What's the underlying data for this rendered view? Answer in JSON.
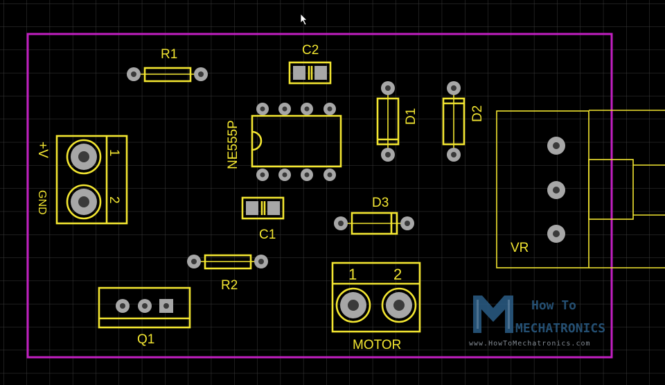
{
  "board": {
    "components": {
      "r1": "R1",
      "r2": "R2",
      "c1": "C1",
      "c2": "C2",
      "d1": "D1",
      "d2": "D2",
      "d3": "D3",
      "ic": "NE555P",
      "vr": "VR",
      "q1": "Q1",
      "motor": "MOTOR"
    },
    "power_terminal": {
      "pin1_label": "+V",
      "pin2_label": "GND",
      "pin1_number": "1",
      "pin2_number": "2"
    },
    "motor_terminal": {
      "pin1_number": "1",
      "pin2_number": "2"
    },
    "watermark": {
      "line1": "How To",
      "line2": "MECHATRONICS",
      "url": "www.HowToMechatronics.com"
    },
    "colors": {
      "background": "#000000",
      "grid": "#3c3c3c",
      "silkscreen": "#f3e631",
      "board_outline": "#c21fc2",
      "pad": "#a7a7a7"
    }
  }
}
